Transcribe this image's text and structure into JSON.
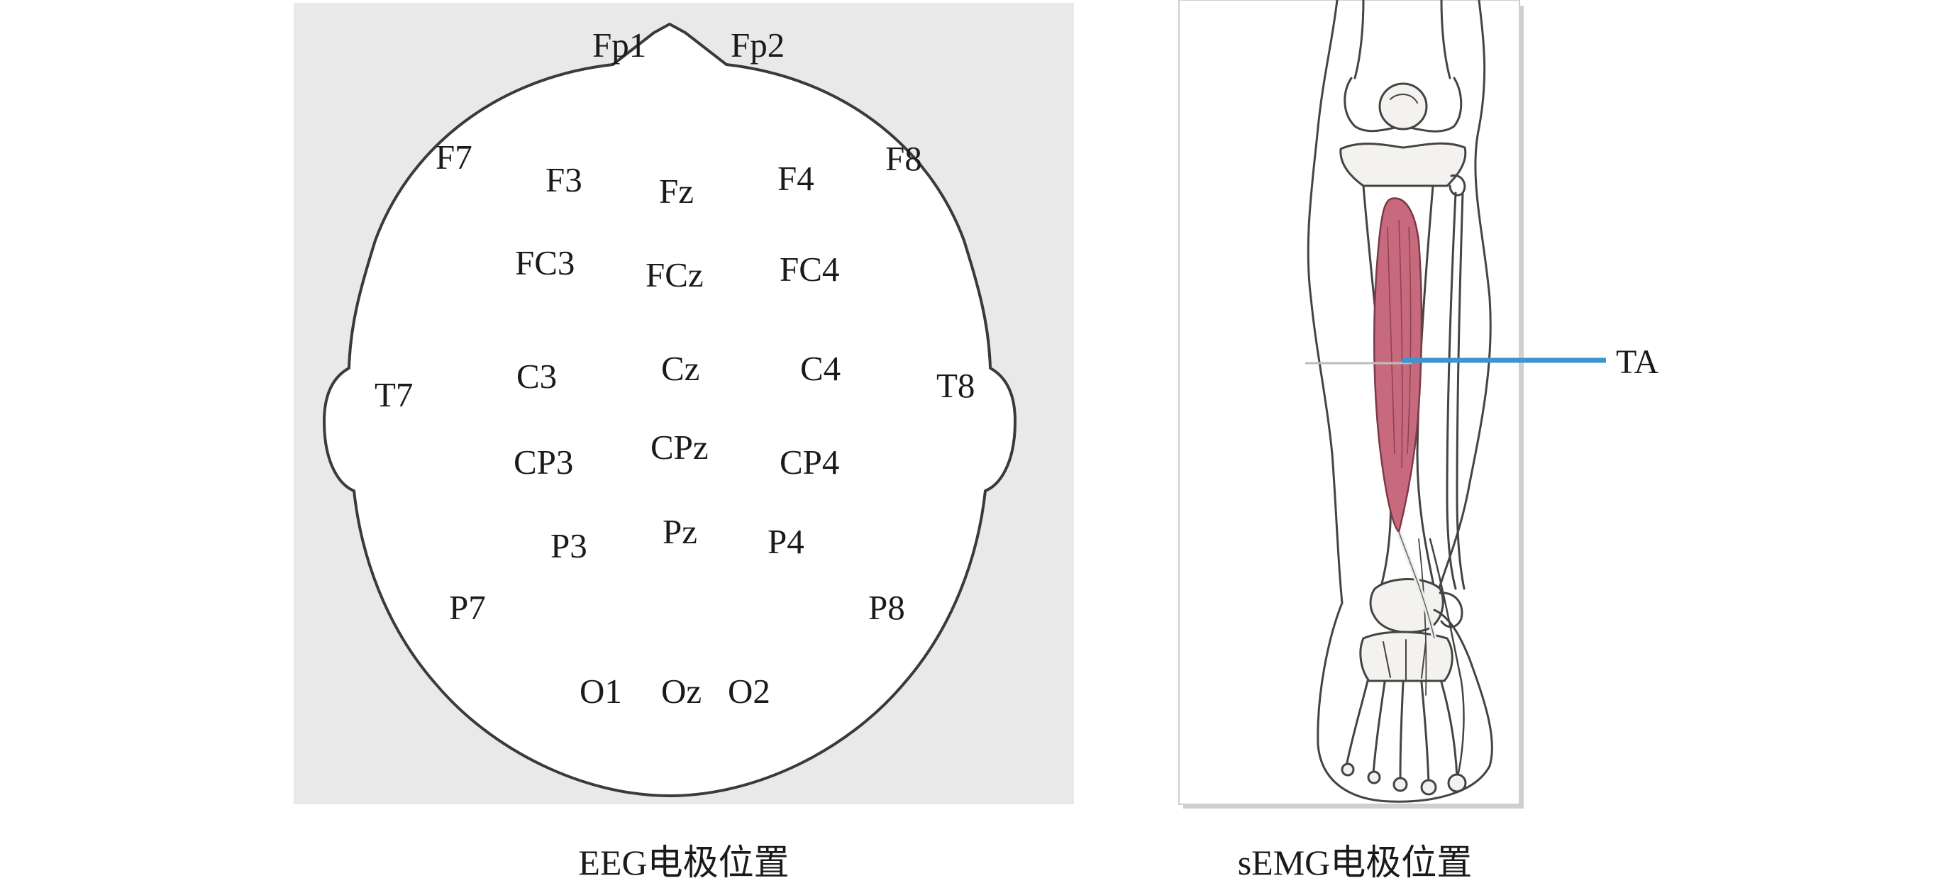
{
  "eeg_panel": {
    "caption": "EEG电极位置",
    "background_color": "#e9e9e9",
    "head_color": "#ffffff",
    "outline_color": "#3a3a3a",
    "electrodes": [
      "Fp1",
      "Fp2",
      "F7",
      "F3",
      "Fz",
      "F4",
      "F8",
      "FC3",
      "FCz",
      "FC4",
      "T7",
      "C3",
      "Cz",
      "C4",
      "T8",
      "CP3",
      "CPz",
      "CP4",
      "P3",
      "Pz",
      "P4",
      "P7",
      "P8",
      "O1",
      "Oz",
      "O2"
    ]
  },
  "semg_panel": {
    "caption": "sEMG电极位置",
    "muscle_label": "TA",
    "muscle_color": "#c86a7e",
    "pointer_color": "#3d95d0"
  }
}
